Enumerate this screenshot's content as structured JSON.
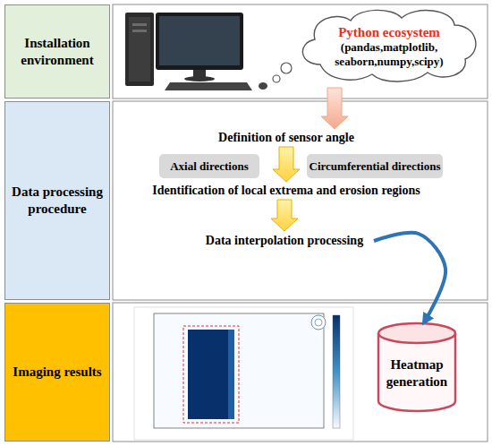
{
  "diagram": {
    "nodes": [
      {
        "text": [
          "Installation environment"
        ]
      },
      {
        "text": [
          "Python ecosystem",
          "(pandas,matplotlib, seaborn,numpy,scipy)"
        ]
      },
      {
        "text": [
          "Data processing procedure"
        ]
      },
      {
        "text": [
          "Definition of sensor angle"
        ]
      },
      {
        "text": [
          "Axial directions"
        ]
      },
      {
        "text": [
          "Circumferential directions"
        ]
      },
      {
        "text": [
          "Identification of local extrema and erosion regions"
        ]
      },
      {
        "text": [
          "Data interpolation processing"
        ]
      },
      {
        "text": [
          "Imaging results"
        ]
      },
      {
        "text": [
          "Heatmap generation"
        ]
      }
    ],
    "edges": [
      {
        "from": 1,
        "to": 3,
        "arrow": "to"
      },
      {
        "from": 3,
        "to": 6,
        "arrow": "to"
      },
      {
        "from": 6,
        "to": 7,
        "arrow": "to"
      },
      {
        "from": 7,
        "to": 9,
        "arrow": "to"
      }
    ]
  }
}
